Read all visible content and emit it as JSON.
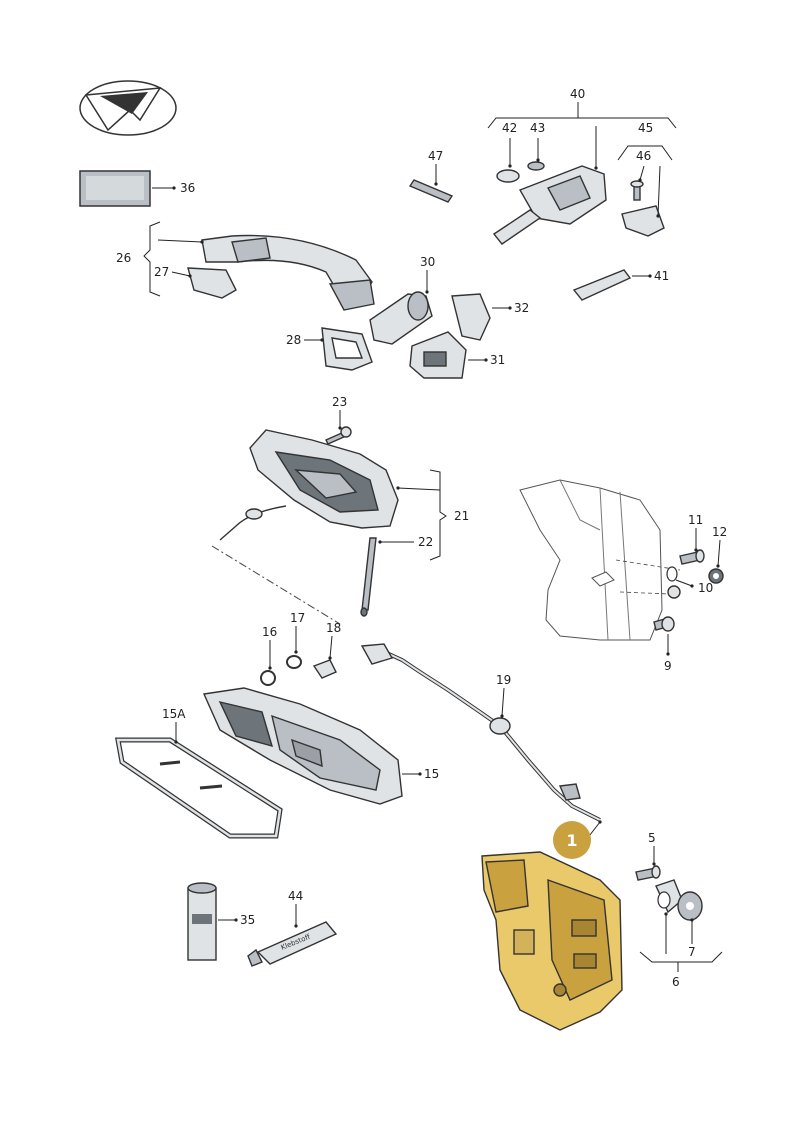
{
  "callouts": {
    "c1": "1",
    "c5": "5",
    "c6": "6",
    "c7": "7",
    "c9": "9",
    "c10": "10",
    "c11": "11",
    "c12": "12",
    "c15": "15",
    "c15a": "15A",
    "c16": "16",
    "c17": "17",
    "c18": "18",
    "c19": "19",
    "c21": "21",
    "c22": "22",
    "c23": "23",
    "c26": "26",
    "c27": "27",
    "c28": "28",
    "c30": "30",
    "c31": "31",
    "c32": "32",
    "c35": "35",
    "c36": "36",
    "c40": "40",
    "c41": "41",
    "c42": "42",
    "c43": "43",
    "c44": "44",
    "c45": "45",
    "c46": "46",
    "c47": "47"
  },
  "tube_label": "Klebstoff",
  "colors": {
    "highlight": "#e9c96a",
    "highlight_badge": "#c9a13f",
    "part_light": "#dfe3e6",
    "part_dark": "#6d747a"
  }
}
